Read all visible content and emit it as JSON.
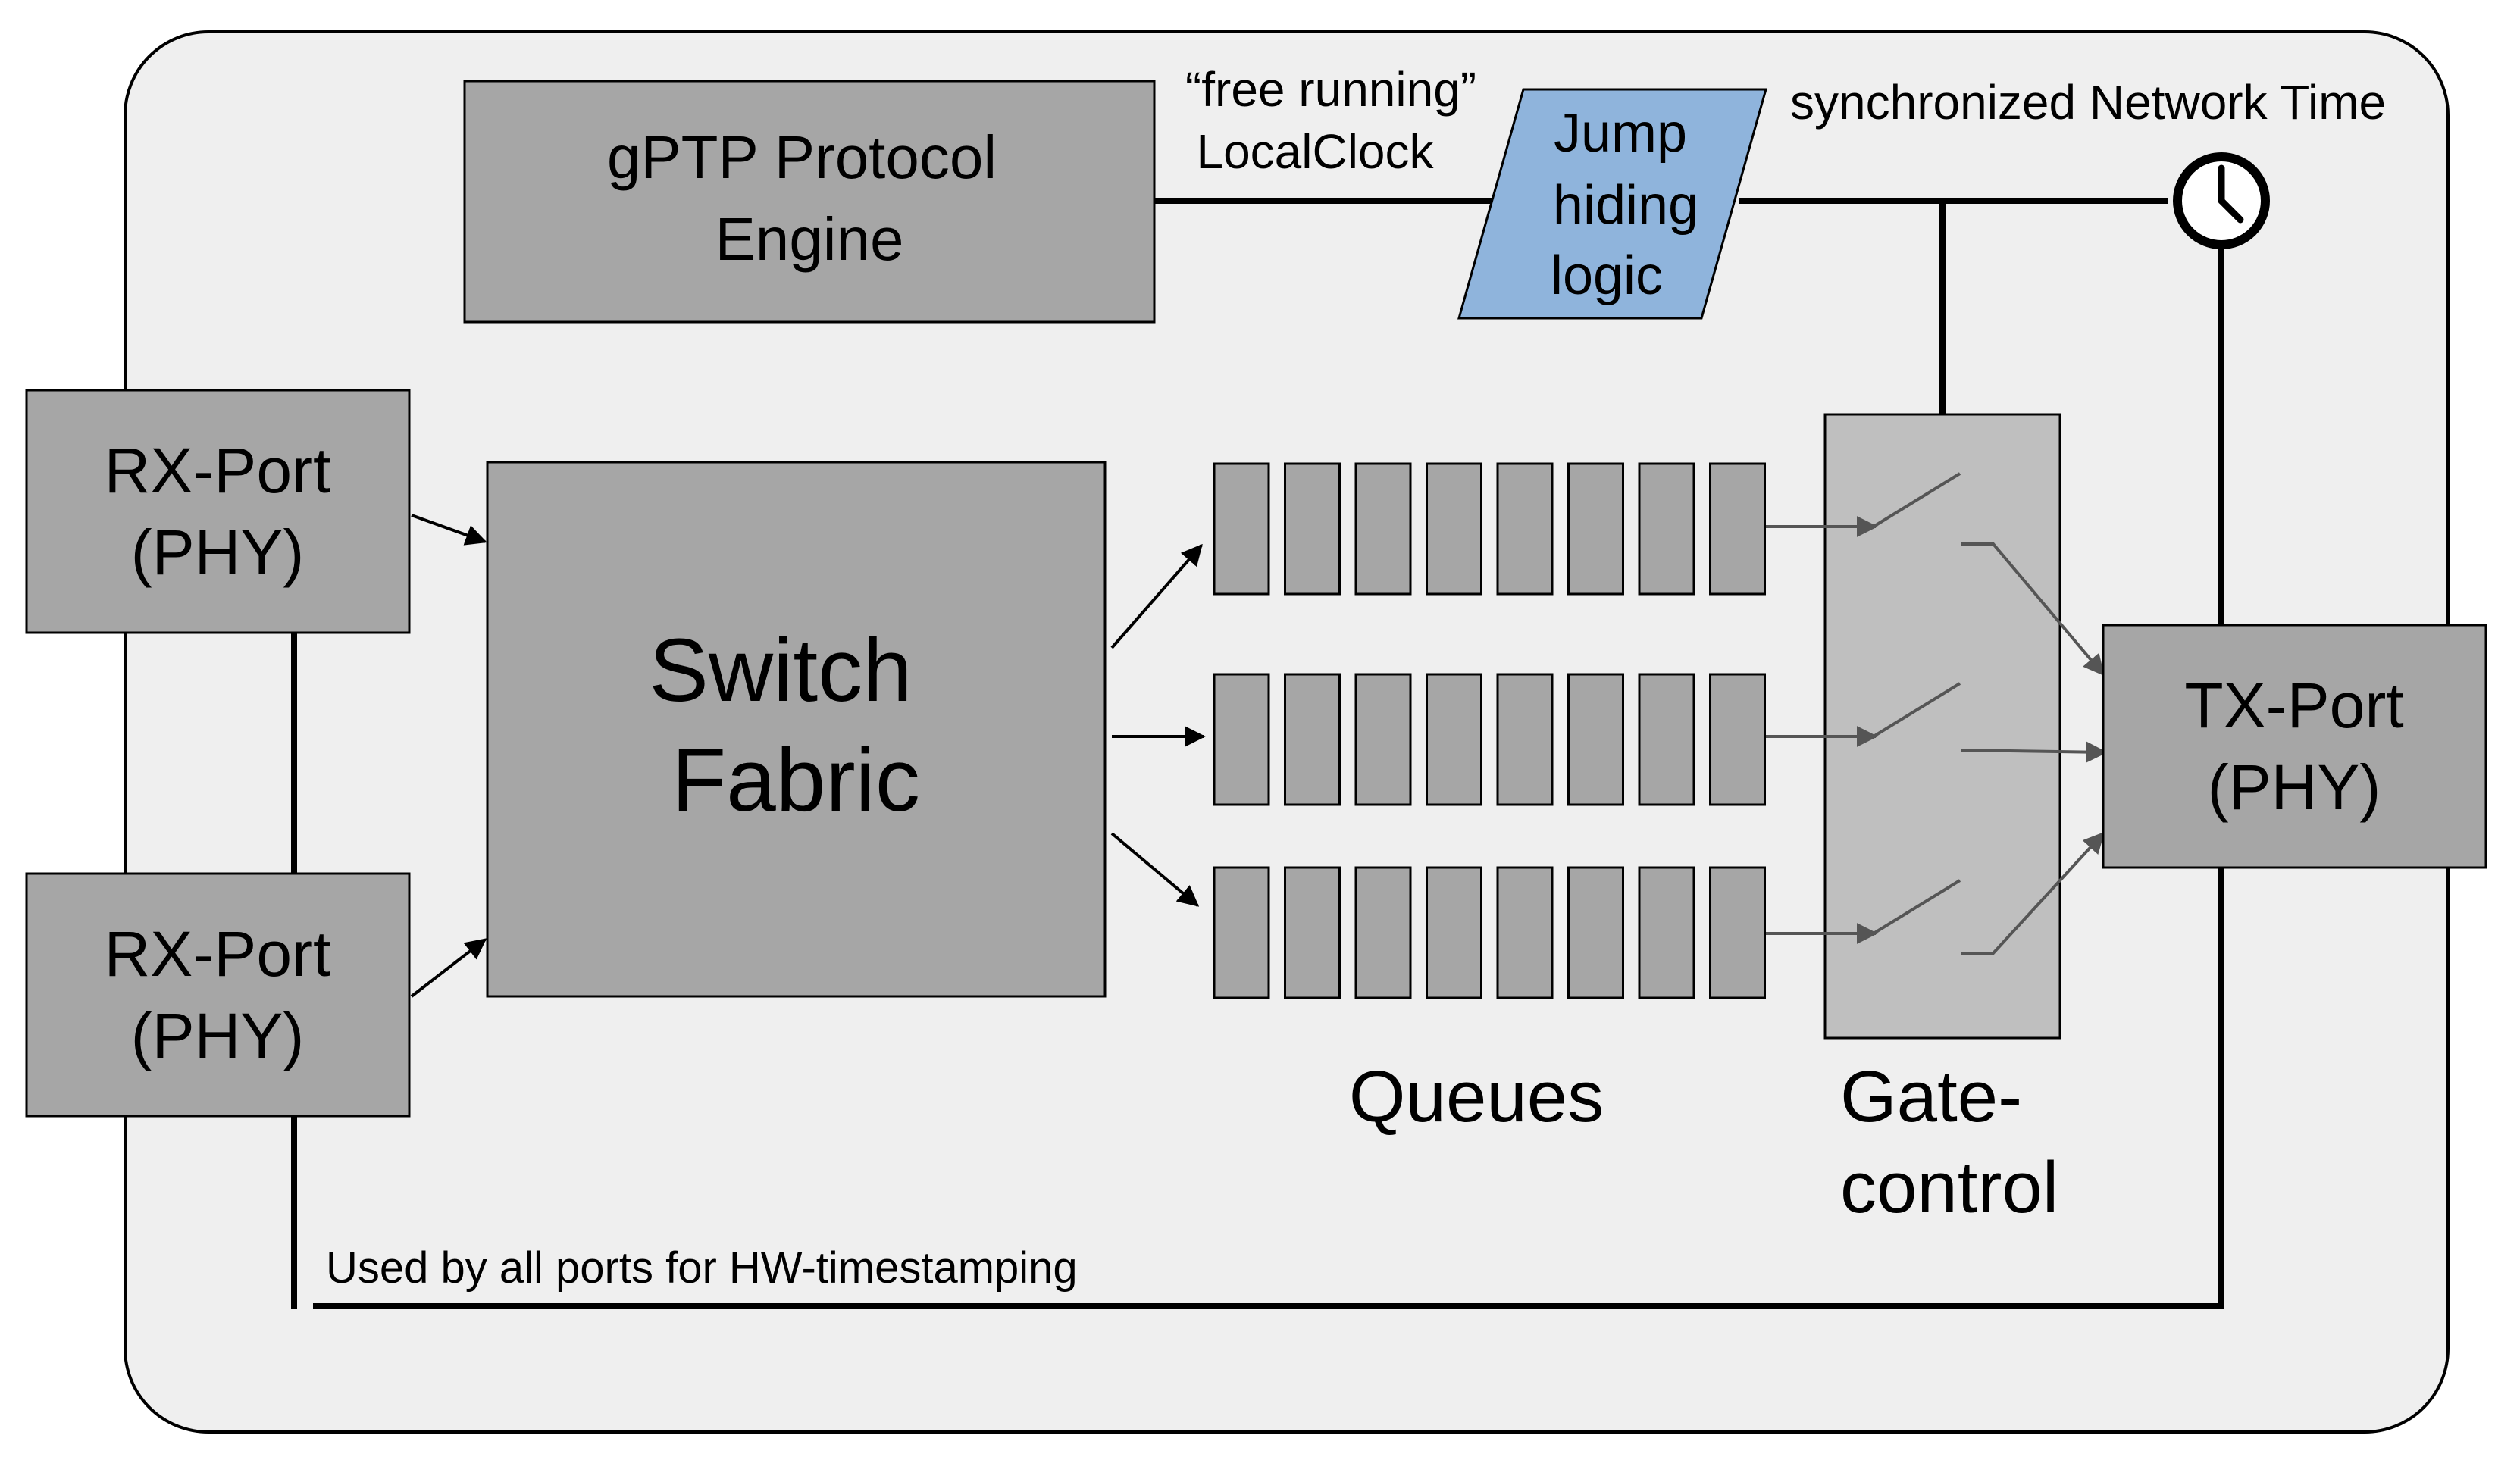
{
  "diagram": {
    "gptp_engine": {
      "line1": "gPTP Protocol",
      "line2": "Engine"
    },
    "local_clock": {
      "line1": "“free running”",
      "line2": "LocalClock"
    },
    "jump_hiding": {
      "line1": "Jump",
      "line2": "hiding",
      "line3": "logic"
    },
    "network_time": {
      "label": "synchronized Network Time"
    },
    "rx_port_1": {
      "line1": "RX-Port",
      "line2": "(PHY)"
    },
    "rx_port_2": {
      "line1": "RX-Port",
      "line2": "(PHY)"
    },
    "switch_fabric": {
      "line1": "Switch",
      "line2": "Fabric"
    },
    "queues": {
      "label": "Queues"
    },
    "gate_control": {
      "line1": "Gate-",
      "line2": "control"
    },
    "tx_port": {
      "line1": "TX-Port",
      "line2": "(PHY)"
    },
    "timestamp_note": {
      "label": "Used by all ports for HW-timestamping"
    }
  },
  "colors": {
    "panel_bg": "#efefef",
    "box_fill": "#a6a6a6",
    "gate_fill": "#bfbfbf",
    "jump_fill": "#8fb4dc",
    "line": "#000000",
    "switch_line": "#555555"
  },
  "icons": [
    "clock-icon"
  ],
  "queue_rows": 3,
  "queue_cells_per_row": 8
}
